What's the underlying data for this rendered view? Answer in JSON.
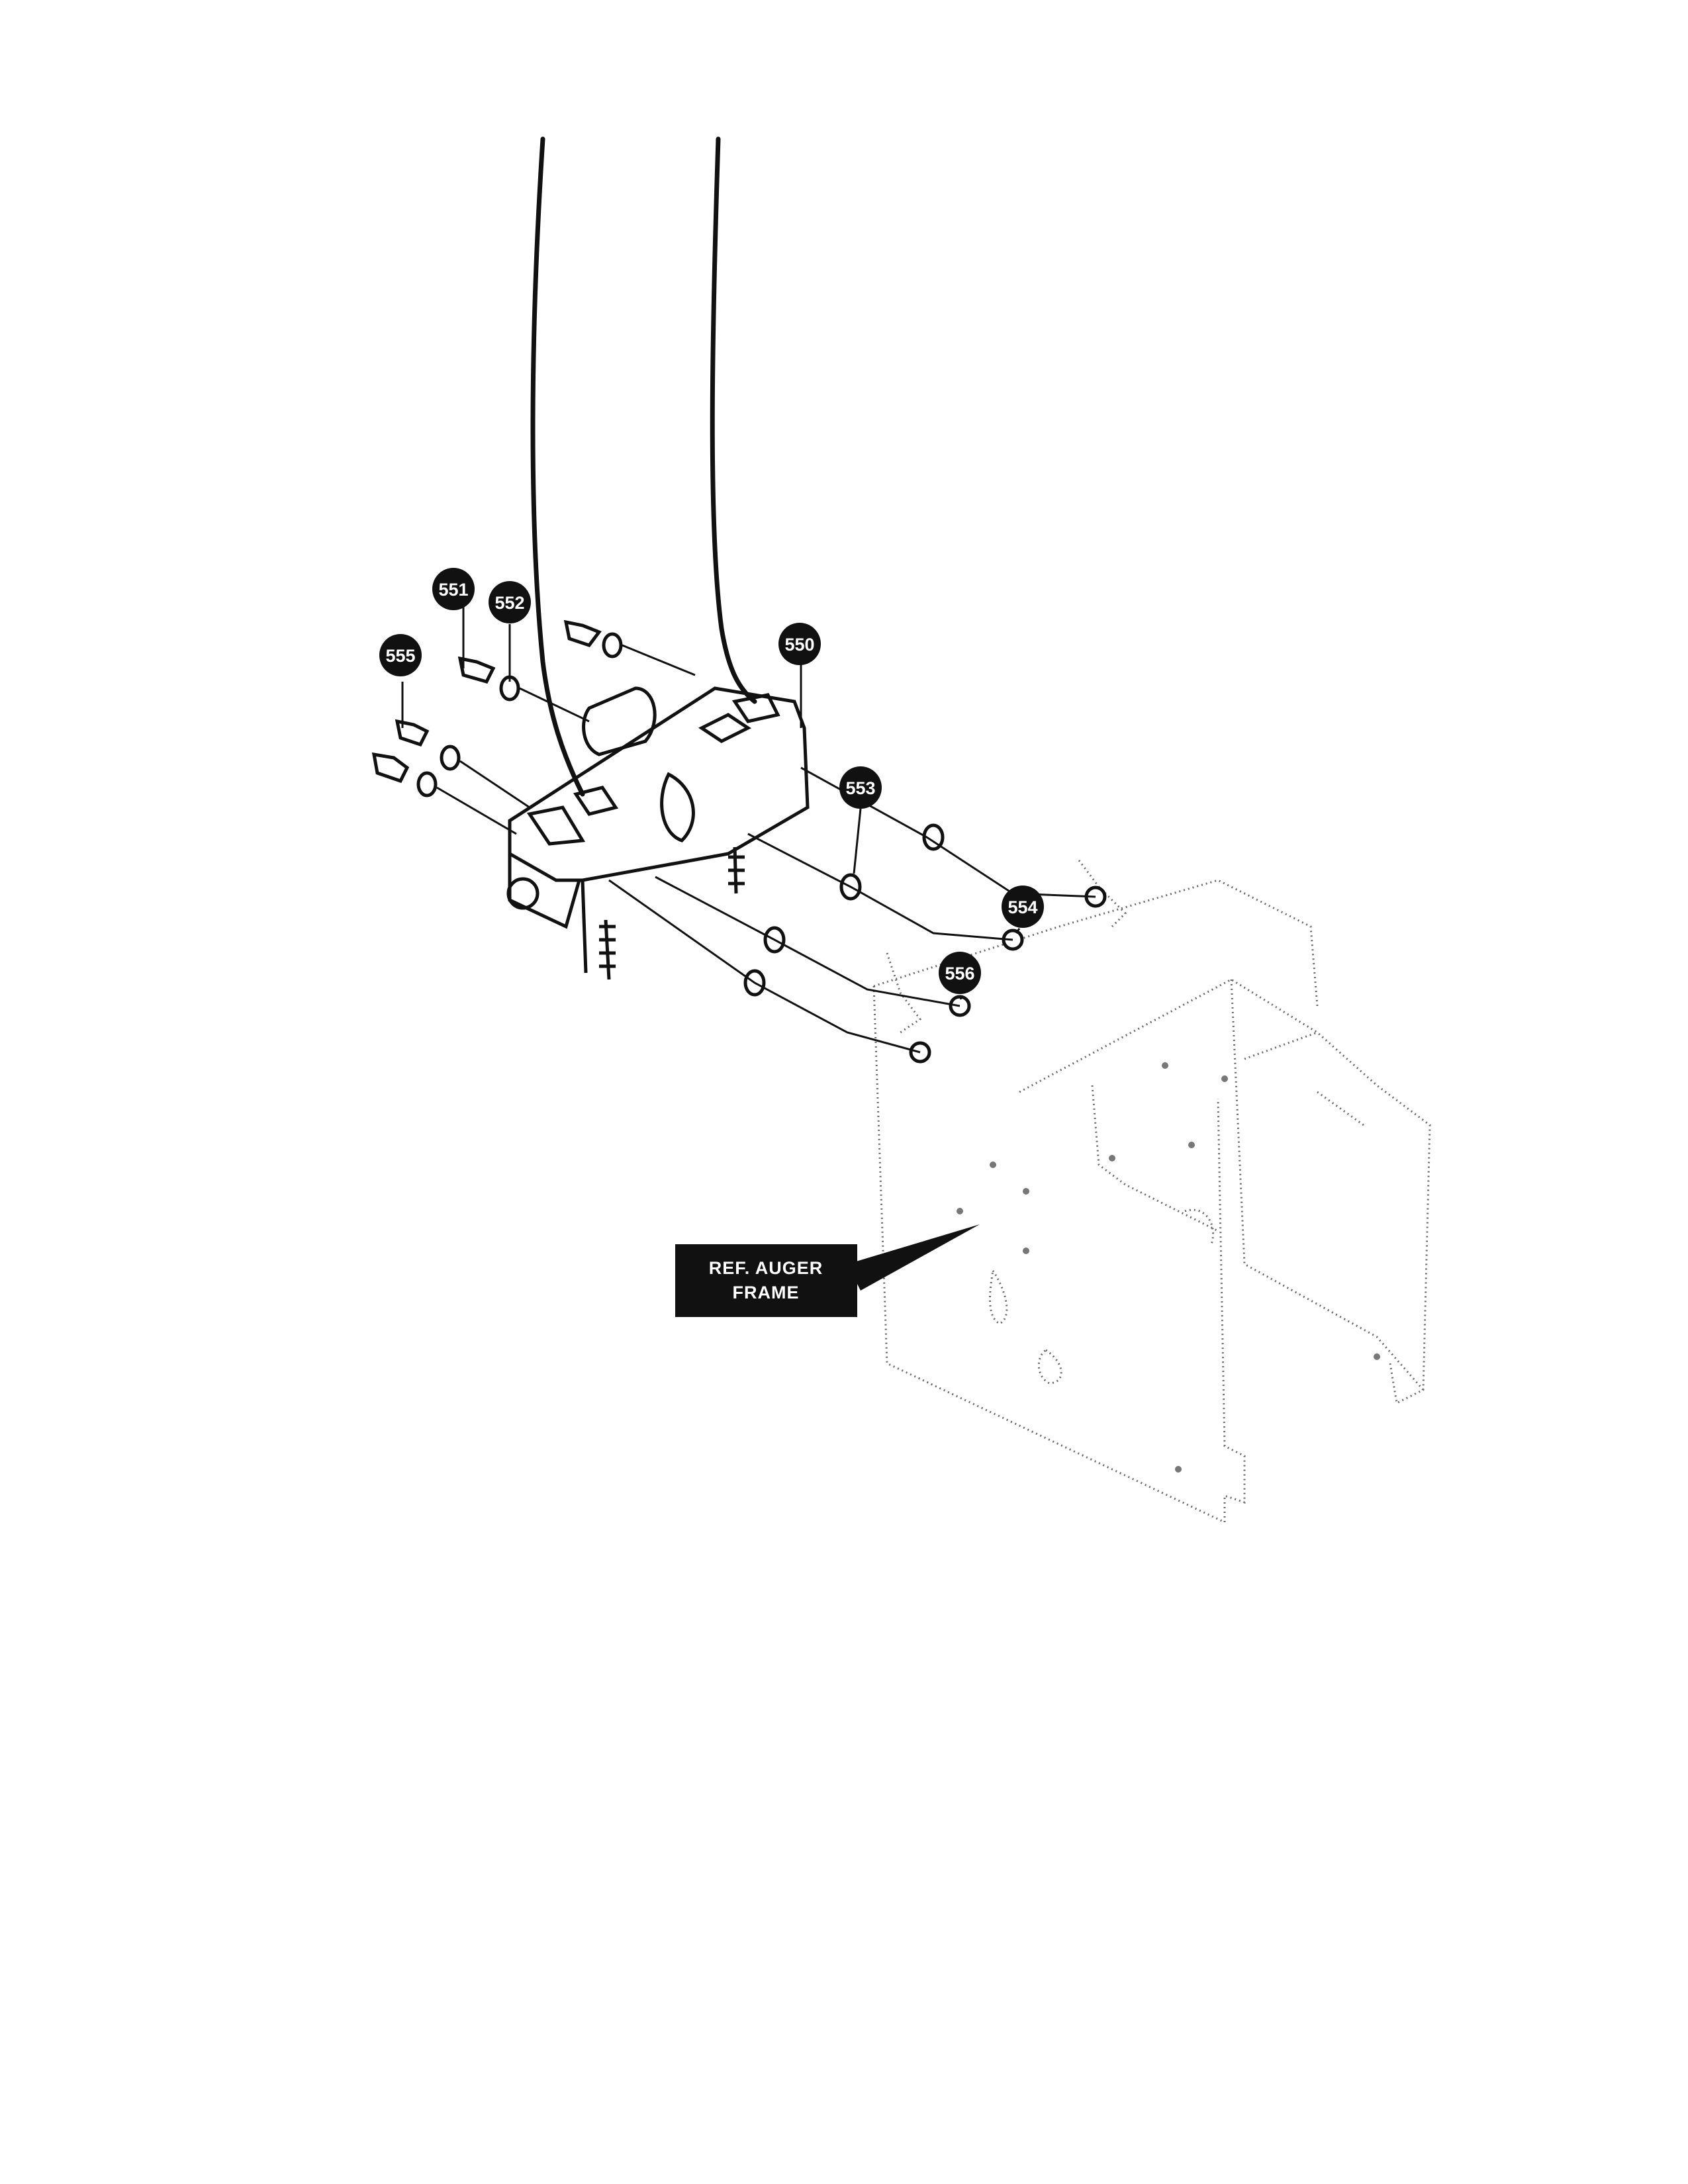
{
  "callouts": {
    "c550": "550",
    "c551": "551",
    "c552": "552",
    "c553": "553",
    "c554": "554",
    "c555": "555",
    "c556": "556"
  },
  "reference_label": {
    "line1": "REF. AUGER",
    "line2": "FRAME"
  },
  "colors": {
    "ink": "#111111",
    "frame_dotted": "#6a6a6a",
    "background": "#ffffff"
  }
}
